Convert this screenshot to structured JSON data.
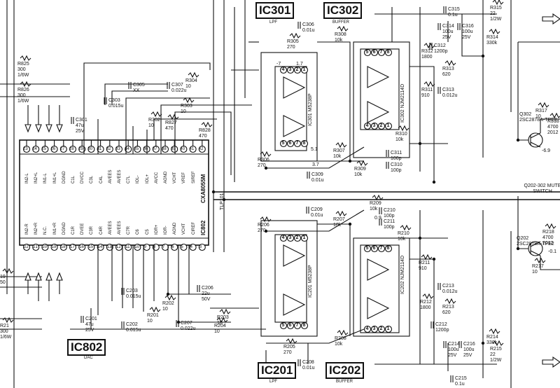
{
  "ics": {
    "ic301": {
      "title": "IC301",
      "sub": "LPF",
      "part": "IC301 M5238P"
    },
    "ic302": {
      "title": "IC302",
      "sub": "BUFFER",
      "part": "IC302 NJM2114D"
    },
    "ic201": {
      "title": "IC201",
      "sub": "LPF",
      "part": "IC201 M5238P"
    },
    "ic202": {
      "title": "IC202",
      "sub": "BUFFER",
      "part": "IC202 NJM2114D"
    },
    "ic802": {
      "title": "IC802",
      "sub": "DAC",
      "part": "IC802",
      "chip": "CXA8055M"
    }
  },
  "net_labels": {
    "tlp": "TLP101",
    "mute": "Q202-302 MUTE SWITCH"
  },
  "dac_pins_top": [
    "23",
    "24",
    "25",
    "26",
    "27",
    "28",
    "29",
    "30",
    "31",
    "32",
    "33",
    "34",
    "35",
    "36",
    "37",
    "38",
    "39",
    "40",
    "41",
    "42"
  ],
  "dac_pins_bottom": [
    "22",
    "21",
    "20",
    "19",
    "18",
    "17",
    "16",
    "15",
    "14",
    "13",
    "12",
    "11",
    "10",
    "9",
    "8",
    "7",
    "6",
    "5",
    "4",
    "3"
  ],
  "dac_names_top": [
    "IN2-L",
    "IN2+L",
    "IN1-L",
    "IN1+L",
    "DGND",
    "C1L",
    "DVCC",
    "C3L",
    "C4L",
    "AVEES",
    "AVEES",
    "C7L",
    "IOL-",
    "IOL+",
    "AVCC",
    "AGND",
    "VCHT",
    "VREF",
    "SIREF"
  ],
  "dac_names_bottom": [
    "IN2-R",
    "IN2+R",
    "N.C.",
    "IN1+R",
    "DGND",
    "C1R",
    "DVEE",
    "C3R",
    "C4R",
    "AVEES",
    "AVEES",
    "C7R",
    "C6",
    "C5",
    "IOR+",
    "IOR-",
    "AGND",
    "VCHT",
    "CIREF"
  ],
  "components": {
    "r825": "R825\n300\n1/6W",
    "r826": "R826\n300\n1/6W",
    "r819": "19\n50",
    "r821": "R21\n300\n1/6W",
    "c301": "C301\n47u\n25V",
    "c201": "C201\n47u\n25V",
    "c305": "C305\nXX",
    "c307": "C307\n0.022u",
    "r304": "R304\n10",
    "c303": "C303\n0.015u",
    "r303": "R303\n10",
    "r302": "R302\n10",
    "r827": "R827\n470",
    "r828": "R828\n470",
    "c306": "C306\n0.01u",
    "r305": "R305\n270",
    "r308": "R308\n10k",
    "r307": "R307\n10k",
    "r306": "R306\n270",
    "c309": "C309\n0.01u",
    "r309": "R309\n10k",
    "c315": "C315\n0.1u",
    "c314": "C314\n100u\n25V",
    "c316": "C316\n100u\n25V",
    "r315": "R315\n22\n1/2W",
    "r314": "R314\n330k",
    "r312": "R312\n1800",
    "c312": "C312\n1200p",
    "r313": "R313\n620",
    "c313": "C313\n0.012u",
    "r311": "R311\n910",
    "r310": "R310\n10k",
    "c311": "C311\n100p",
    "c310": "C310\n100p",
    "r317": "R317\n10",
    "r318": "R318\n4700\n2012",
    "q302": "Q302\n2SC2878A-TPE2",
    "c209": "C209\n0.01u",
    "r206": "R206\n270",
    "r207": "R207\n10k",
    "r209": "R209\n10k",
    "c210": "C210\n100p",
    "c211": "C211\n100p",
    "r210": "R210\n10k",
    "r211": "R211\n910",
    "c213": "C213\n0.012u",
    "r213": "R213\n620",
    "r212": "R212\n1800",
    "c212": "C212\n1200p",
    "r214": "R214\n330k",
    "r215": "R215\n22\n1/2W",
    "c214": "C214\n100u\n25V",
    "c216": "C216\n100u\n25V",
    "c215": "C215\n0.1u",
    "r205": "R205\n270",
    "r208": "R208\n10k",
    "c208": "C208\n0.01u",
    "r218": "R218\n4700\n2012",
    "r217": "R217\n10",
    "q202": "Q202\n2SC2878A-TPE2",
    "c202": "C202\n0.015u",
    "c203": "C203\n0.015u",
    "r201": "R201\n10",
    "r202": "R202\n10",
    "c207": "C207\n0.022u",
    "r203": "R203\n10",
    "r204": "R204\n10",
    "c206": "C206\n22u\n50V"
  },
  "pin_numbers": {
    "opamp_top": [
      "4",
      "3",
      "2",
      "1"
    ],
    "opamp_mid": [
      "5",
      "6",
      "7",
      "8"
    ],
    "buf_top": [
      "5",
      "6",
      "7",
      "8"
    ],
    "buf_bottom": [
      "4",
      "3",
      "2",
      "1"
    ]
  },
  "bias_marks": [
    "-7",
    "1.7",
    "5.1",
    "3.7",
    "-6.9",
    "-0.1",
    "0.9"
  ]
}
